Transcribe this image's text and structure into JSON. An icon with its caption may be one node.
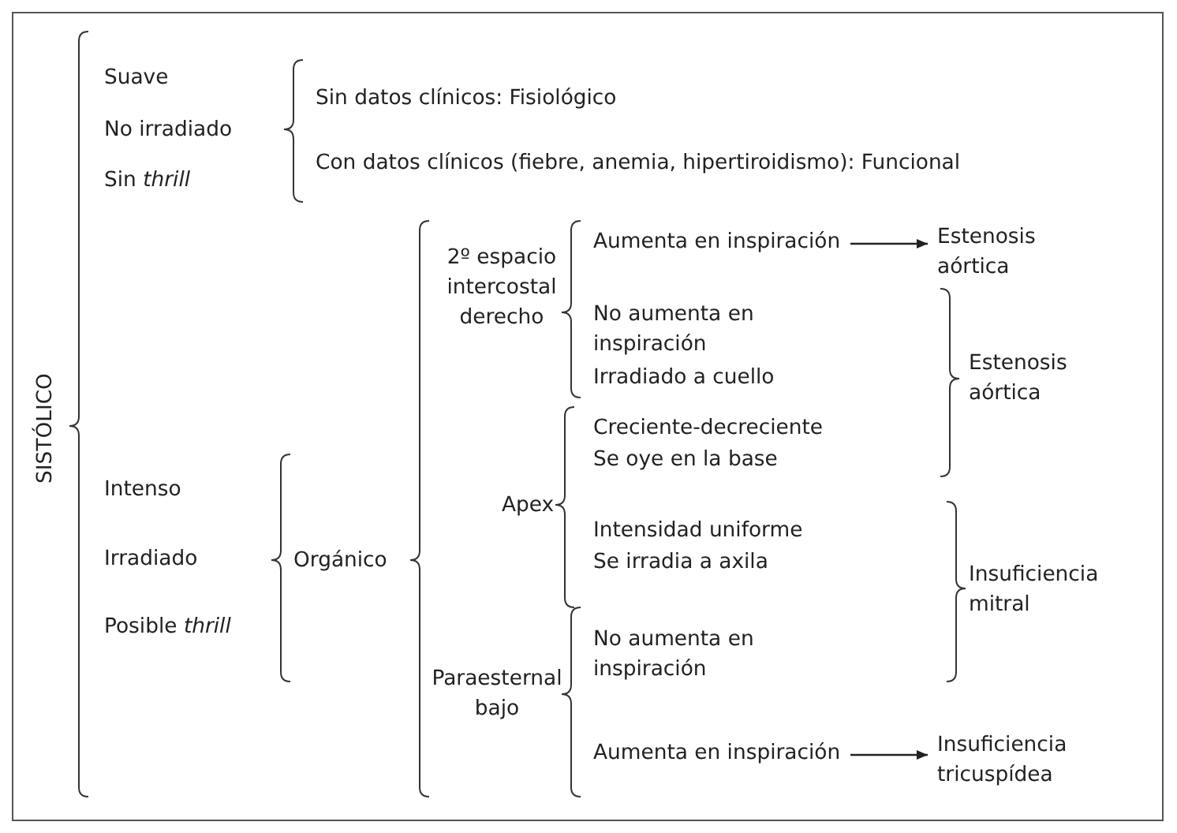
{
  "diagram": {
    "nodes": [
      {
        "text": [
          "Aumenta en inspiración"
        ]
      },
      {
        "text": [
          "Estenosis aórtica"
        ]
      },
      {
        "text": [
          "Aumenta en inspiración"
        ]
      },
      {
        "text": [
          "Insuficiencia tricuspídea"
        ]
      }
    ],
    "edges": [
      {
        "from": 0,
        "to": 1,
        "arrow": "to"
      },
      {
        "from": 2,
        "to": 3,
        "arrow": "to"
      }
    ],
    "labels": [
      "SISTÓLICO",
      "Suave",
      "No irradiado",
      "Sin *thrill*",
      "Sin datos clínicos: Fisiológico",
      "Con datos clínicos (fiebre, anemia, hipertiroidismo): Funcional",
      "Intenso",
      "Irradiado",
      "Posible *thrill*",
      "Orgánico",
      "2º espacio intercostal derecho",
      "No aumenta en inspiración",
      "Irradiado a cuello",
      "Estenosis aórtica",
      "Apex",
      "Creciente-decreciente",
      "Se oye en la base",
      "Intensidad uniforme",
      "Se irradia a axila",
      "Insuficiencia mitral",
      "Paraesternal bajo",
      "No aumenta en inspiración"
    ]
  }
}
